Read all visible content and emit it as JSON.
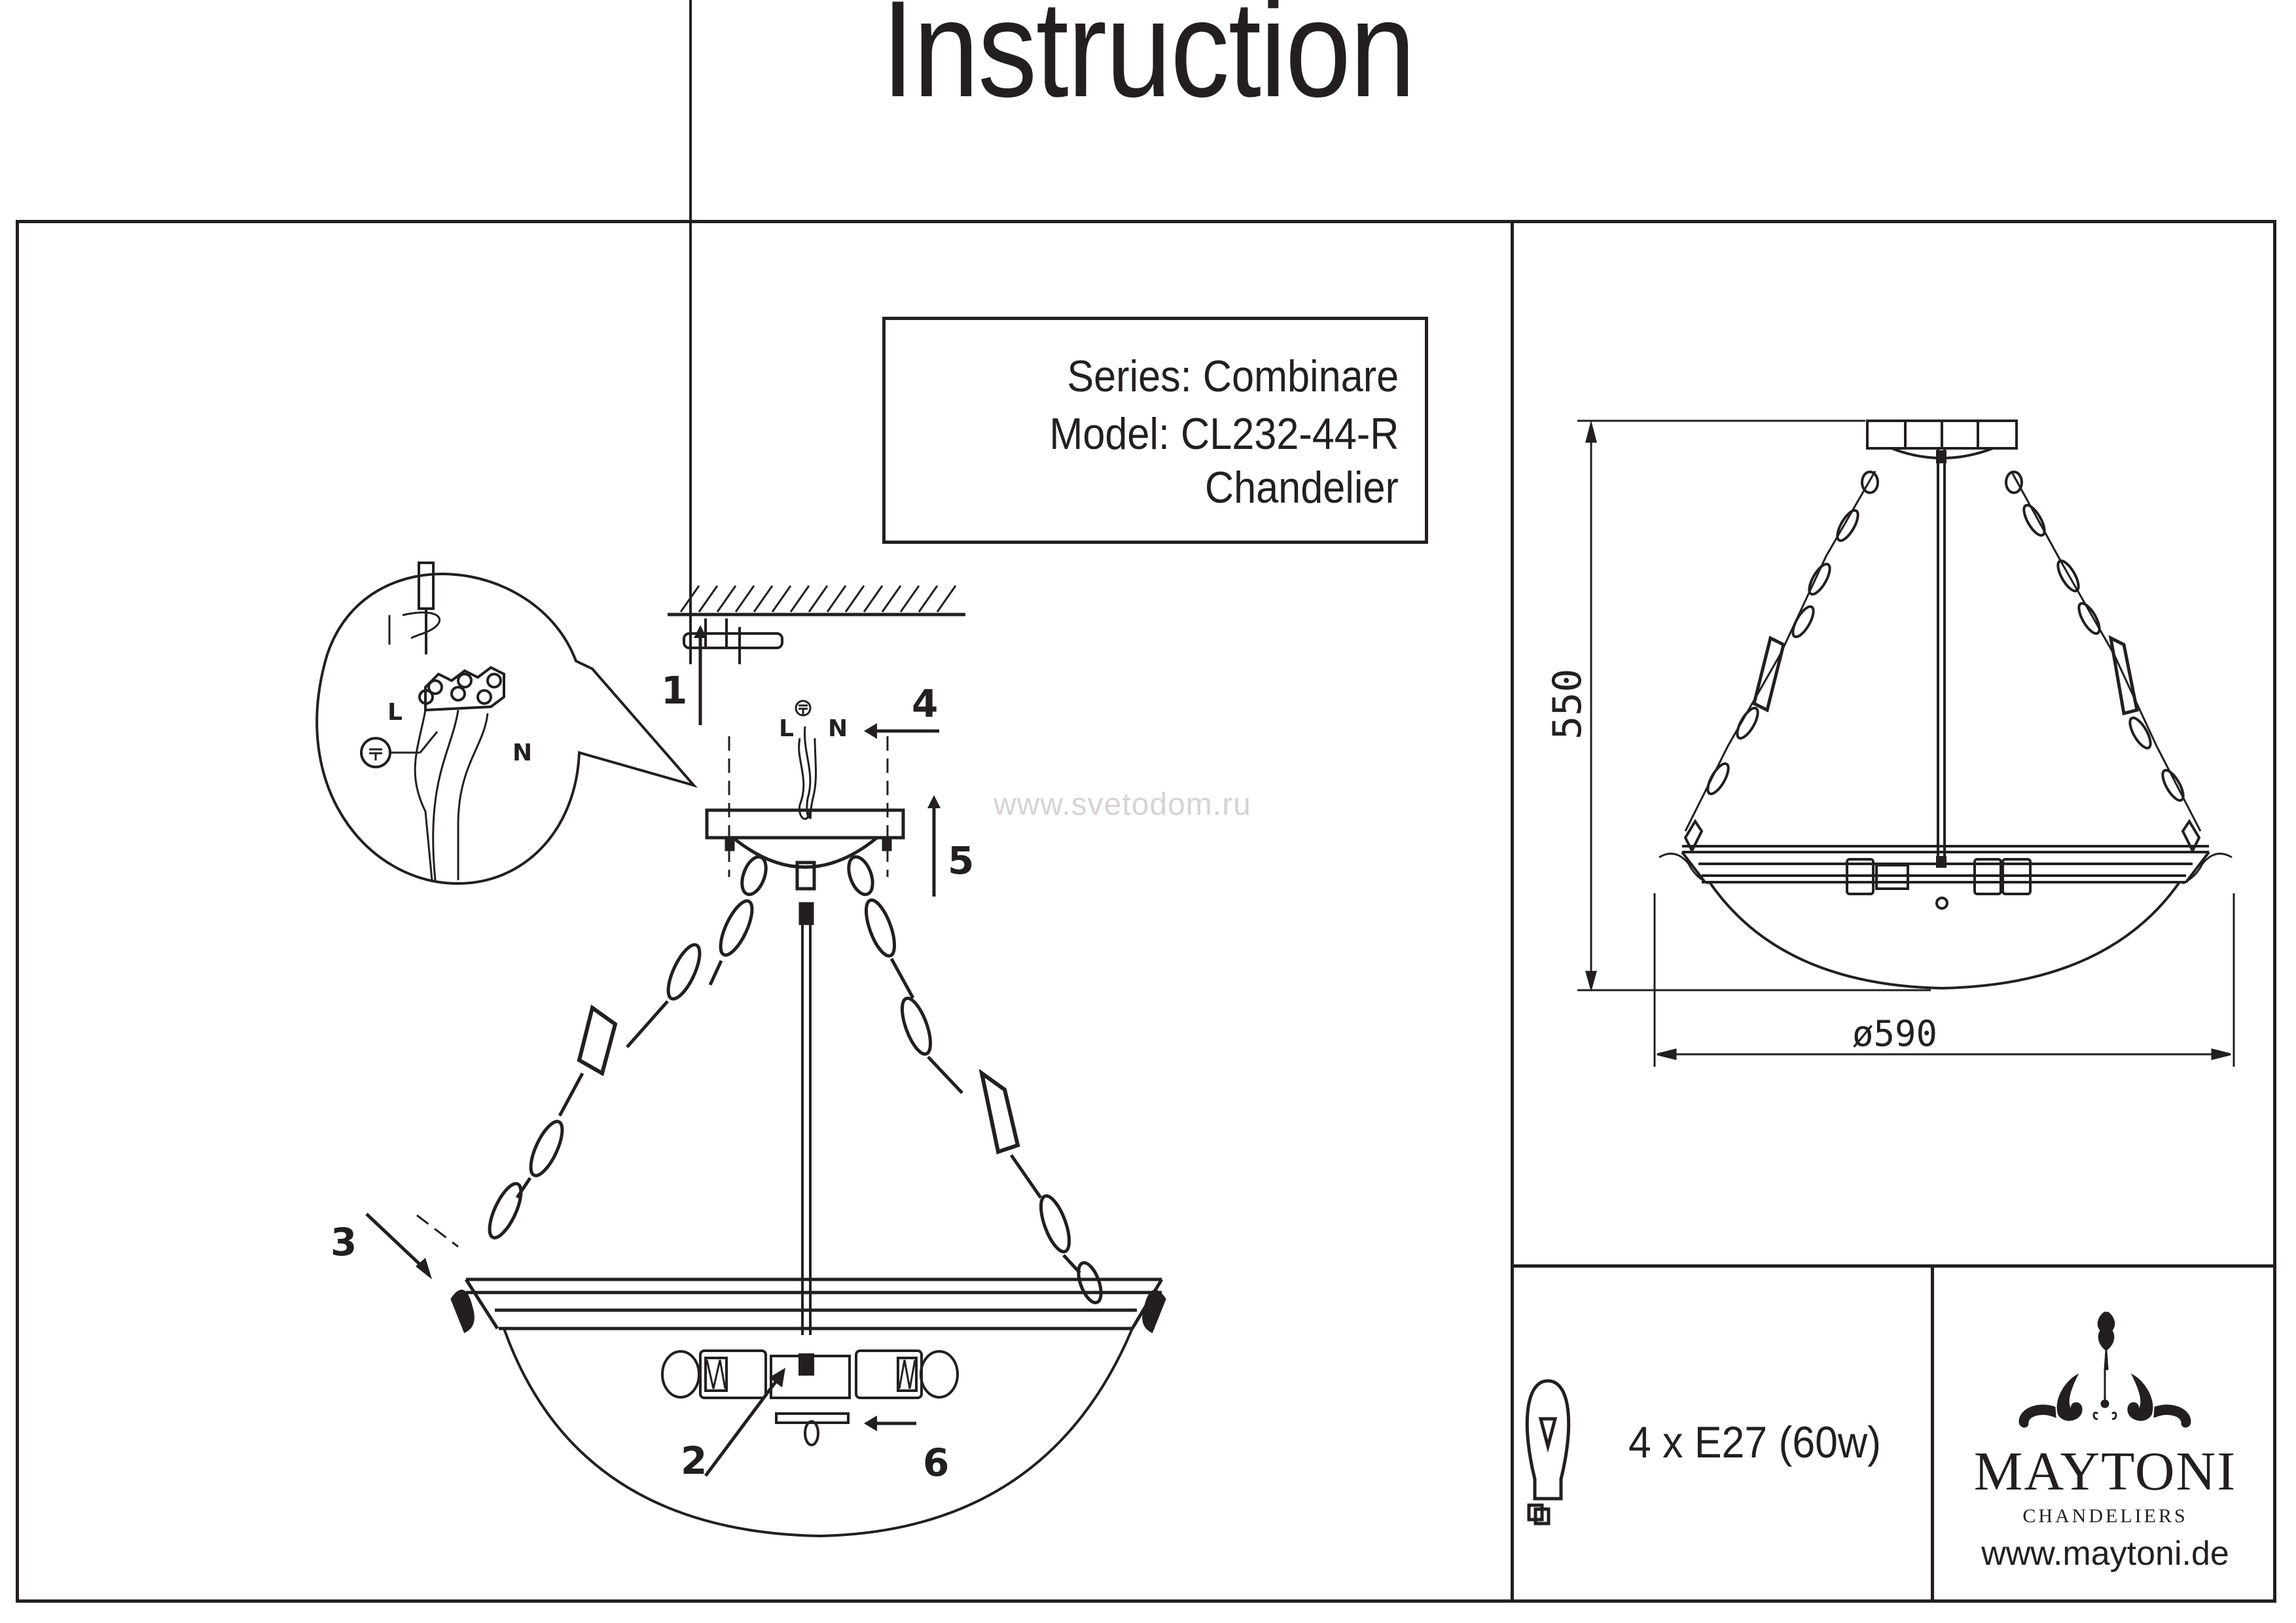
{
  "document": {
    "title": "Instruction"
  },
  "product": {
    "series": "Series: Combinare",
    "model": "Model: CL232-44-R",
    "type": "Chandelier"
  },
  "watermark": "www.svetodom.ru",
  "assembly": {
    "step_labels": [
      "1",
      "2",
      "3",
      "4",
      "5",
      "6"
    ],
    "wire_labels": {
      "live": "L",
      "neutral": "N"
    },
    "detail_wire_labels": {
      "live": "L",
      "neutral": "N"
    }
  },
  "dimensions": {
    "height": "550",
    "diameter": "ø590"
  },
  "bulb": {
    "spec": "4 x E27 (60w)",
    "icon": "light-bulb-icon"
  },
  "brand": {
    "name": "MAYTONI",
    "subtitle": "CHANDELIERS",
    "url": "www.maytoni.de",
    "logo_icon": "ornament-logo-icon"
  },
  "colors": {
    "ink": "#231f20",
    "watermark": "#d8d2d2",
    "background": "#ffffff"
  }
}
